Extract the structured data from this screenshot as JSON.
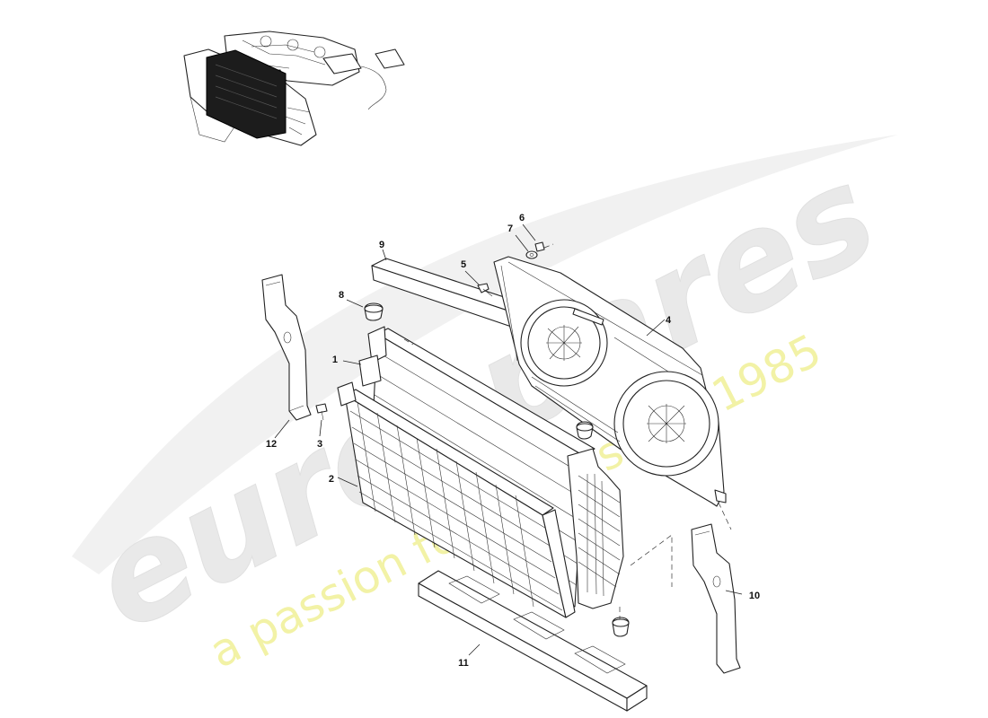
{
  "watermark": {
    "brand": "eurospares",
    "tagline": "a passion for parts since 1985",
    "brand_color": "#e9e9e9",
    "tagline_color": "#f2f2a6"
  },
  "callouts": [
    {
      "id": "1",
      "part": "radiator"
    },
    {
      "id": "2",
      "part": "condenser"
    },
    {
      "id": "3",
      "part": "screw"
    },
    {
      "id": "4",
      "part": "cooling-fan-assembly"
    },
    {
      "id": "5",
      "part": "bolt"
    },
    {
      "id": "6",
      "part": "nut"
    },
    {
      "id": "7",
      "part": "washer"
    },
    {
      "id": "8",
      "part": "rubber-mount"
    },
    {
      "id": "9",
      "part": "upper-seal"
    },
    {
      "id": "10",
      "part": "side-deflector-right"
    },
    {
      "id": "11",
      "part": "lower-seal"
    },
    {
      "id": "12",
      "part": "side-deflector-left"
    }
  ]
}
